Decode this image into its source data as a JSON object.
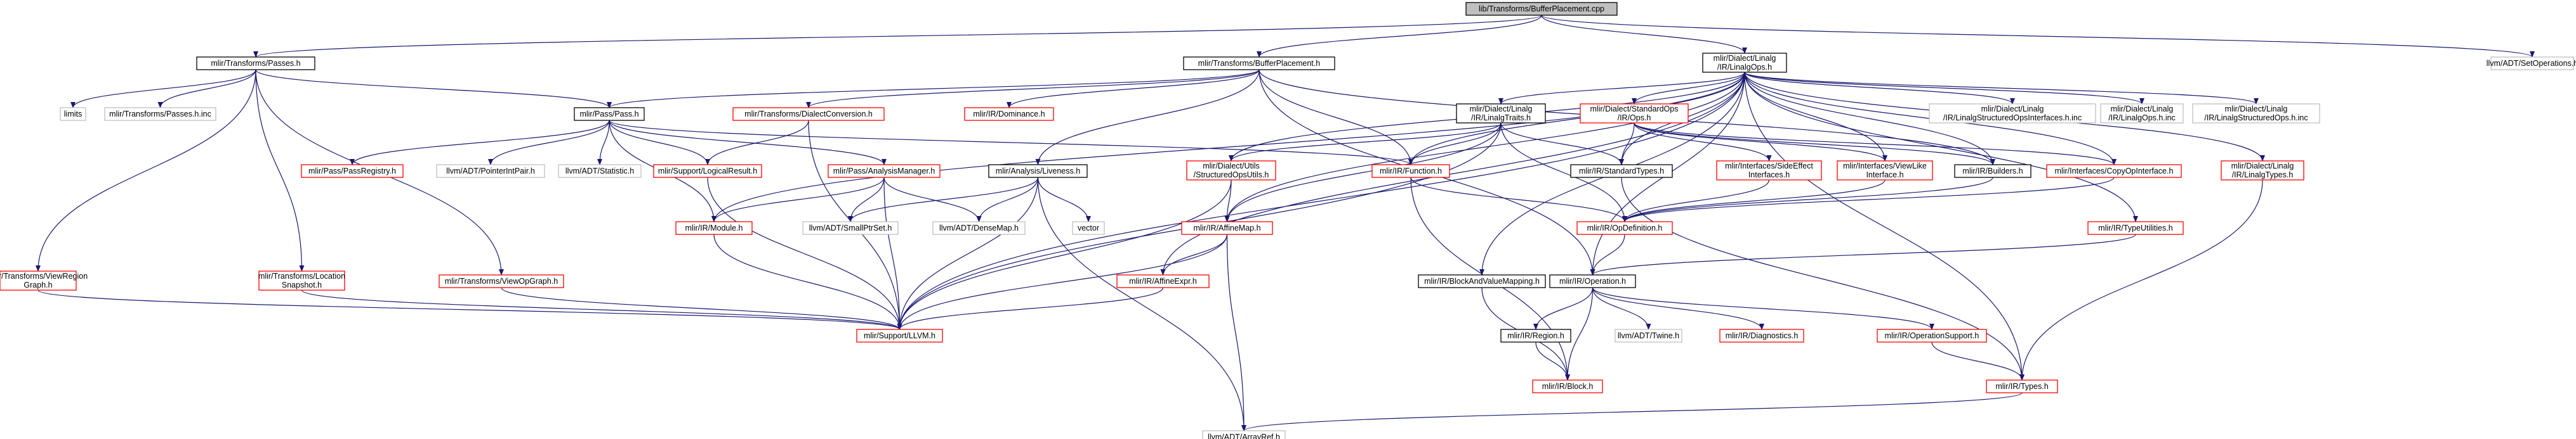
{
  "colors": {
    "root_fill": "#bfbfbf",
    "root_stroke": "#000000",
    "doc_stroke": "#000000",
    "link_stroke": "#ff0000",
    "ext_stroke": "#bfbfbf",
    "node_fill": "#ffffff",
    "edge_color": "#191970"
  },
  "nodes": [
    {
      "id": "n_root",
      "kind": "root",
      "lines": [
        "lib/Transforms/BufferPlacement.cpp"
      ]
    },
    {
      "id": "n_passes",
      "kind": "doc",
      "lines": [
        "mlir/Transforms/Passes.h"
      ]
    },
    {
      "id": "n_bp",
      "kind": "doc",
      "lines": [
        "mlir/Transforms/BufferPlacement.h"
      ]
    },
    {
      "id": "n_linalgops",
      "kind": "doc",
      "lines": [
        "mlir/Dialect/Linalg",
        "/IR/LinalgOps.h"
      ]
    },
    {
      "id": "n_setops",
      "kind": "ext",
      "lines": [
        "llvm/ADT/SetOperations.h"
      ]
    },
    {
      "id": "n_limits",
      "kind": "ext",
      "lines": [
        "limits"
      ]
    },
    {
      "id": "n_passesinc",
      "kind": "ext",
      "lines": [
        "mlir/Transforms/Passes.h.inc"
      ]
    },
    {
      "id": "n_pass",
      "kind": "doc",
      "lines": [
        "mlir/Pass/Pass.h"
      ]
    },
    {
      "id": "n_dialconv",
      "kind": "link",
      "lines": [
        "mlir/Transforms/DialectConversion.h"
      ]
    },
    {
      "id": "n_dominance",
      "kind": "link",
      "lines": [
        "mlir/IR/Dominance.h"
      ]
    },
    {
      "id": "n_lintraits",
      "kind": "doc",
      "lines": [
        "mlir/Dialect/Linalg",
        "/IR/LinalgTraits.h"
      ]
    },
    {
      "id": "n_stdops",
      "kind": "link",
      "lines": [
        "mlir/Dialect/StandardOps",
        "/IR/Ops.h"
      ]
    },
    {
      "id": "n_lsoi",
      "kind": "ext",
      "lines": [
        "mlir/Dialect/Linalg",
        "/IR/LinalgStructuredOpsInterfaces.h.inc"
      ]
    },
    {
      "id": "n_loinc",
      "kind": "ext",
      "lines": [
        "mlir/Dialect/Linalg",
        "/IR/LinalgOps.h.inc"
      ]
    },
    {
      "id": "n_lsoinc",
      "kind": "ext",
      "lines": [
        "mlir/Dialect/Linalg",
        "/IR/LinalgStructuredOps.h.inc"
      ]
    },
    {
      "id": "n_passreg",
      "kind": "link",
      "lines": [
        "mlir/Pass/PassRegistry.h"
      ]
    },
    {
      "id": "n_ptrint",
      "kind": "ext",
      "lines": [
        "llvm/ADT/PointerIntPair.h"
      ]
    },
    {
      "id": "n_statistic",
      "kind": "ext",
      "lines": [
        "llvm/ADT/Statistic.h"
      ]
    },
    {
      "id": "n_logres",
      "kind": "link",
      "lines": [
        "mlir/Support/LogicalResult.h"
      ]
    },
    {
      "id": "n_analmgr",
      "kind": "link",
      "lines": [
        "mlir/Pass/AnalysisManager.h"
      ]
    },
    {
      "id": "n_liveness",
      "kind": "doc",
      "lines": [
        "mlir/Analysis/Liveness.h"
      ]
    },
    {
      "id": "n_function",
      "kind": "link",
      "lines": [
        "mlir/IR/Function.h"
      ]
    },
    {
      "id": "n_stdtypes",
      "kind": "doc",
      "lines": [
        "mlir/IR/StandardTypes.h"
      ]
    },
    {
      "id": "n_sideeff",
      "kind": "link",
      "lines": [
        "mlir/Interfaces/SideEffect",
        "Interfaces.h"
      ]
    },
    {
      "id": "n_viewlike",
      "kind": "link",
      "lines": [
        "mlir/Interfaces/ViewLike",
        "Interface.h"
      ]
    },
    {
      "id": "n_builders",
      "kind": "doc",
      "lines": [
        "mlir/IR/Builders.h"
      ]
    },
    {
      "id": "n_copyop",
      "kind": "link",
      "lines": [
        "mlir/Interfaces/CopyOpInterface.h"
      ]
    },
    {
      "id": "n_lintypes",
      "kind": "link",
      "lines": [
        "mlir/Dialect/Linalg",
        "/IR/LinalgTypes.h"
      ]
    },
    {
      "id": "n_module",
      "kind": "link",
      "lines": [
        "mlir/IR/Module.h"
      ]
    },
    {
      "id": "n_smallptr",
      "kind": "ext",
      "lines": [
        "llvm/ADT/SmallPtrSet.h"
      ]
    },
    {
      "id": "n_densemap",
      "kind": "ext",
      "lines": [
        "llvm/ADT/DenseMap.h"
      ]
    },
    {
      "id": "n_vector",
      "kind": "ext",
      "lines": [
        "vector"
      ]
    },
    {
      "id": "n_sou",
      "kind": "link",
      "lines": [
        "mlir/Dialect/Utils",
        "/StructuredOpsUtils.h"
      ]
    },
    {
      "id": "n_opdef",
      "kind": "link",
      "lines": [
        "mlir/IR/OpDefinition.h"
      ]
    },
    {
      "id": "n_typeutil",
      "kind": "link",
      "lines": [
        "mlir/IR/TypeUtilities.h"
      ]
    },
    {
      "id": "n_viewregion",
      "kind": "link",
      "lines": [
        "mlir/Transforms/ViewRegion",
        "Graph.h"
      ]
    },
    {
      "id": "n_locsnap",
      "kind": "link",
      "lines": [
        "mlir/Transforms/Location",
        "Snapshot.h"
      ]
    },
    {
      "id": "n_viewop",
      "kind": "link",
      "lines": [
        "mlir/Transforms/ViewOpGraph.h"
      ]
    },
    {
      "id": "n_affinemap",
      "kind": "link",
      "lines": [
        "mlir/IR/AffineMap.h"
      ]
    },
    {
      "id": "n_blockvm",
      "kind": "doc",
      "lines": [
        "mlir/IR/BlockAndValueMapping.h"
      ]
    },
    {
      "id": "n_operation",
      "kind": "doc",
      "lines": [
        "mlir/IR/Operation.h"
      ]
    },
    {
      "id": "n_affineexpr",
      "kind": "link",
      "lines": [
        "mlir/IR/AffineExpr.h"
      ]
    },
    {
      "id": "n_llvm",
      "kind": "link",
      "lines": [
        "mlir/Support/LLVM.h"
      ]
    },
    {
      "id": "n_region",
      "kind": "doc",
      "lines": [
        "mlir/IR/Region.h"
      ]
    },
    {
      "id": "n_twine",
      "kind": "ext",
      "lines": [
        "llvm/ADT/Twine.h"
      ]
    },
    {
      "id": "n_diag",
      "kind": "link",
      "lines": [
        "mlir/IR/Diagnostics.h"
      ]
    },
    {
      "id": "n_opsupport",
      "kind": "link",
      "lines": [
        "mlir/IR/OperationSupport.h"
      ]
    },
    {
      "id": "n_block",
      "kind": "link",
      "lines": [
        "mlir/IR/Block.h"
      ]
    },
    {
      "id": "n_types",
      "kind": "link",
      "lines": [
        "mlir/IR/Types.h"
      ]
    },
    {
      "id": "n_arrayref",
      "kind": "ext",
      "lines": [
        "llvm/ADT/ArrayRef.h"
      ]
    }
  ],
  "edges": [
    [
      "n_root",
      "n_passes"
    ],
    [
      "n_root",
      "n_bp"
    ],
    [
      "n_root",
      "n_linalgops"
    ],
    [
      "n_root",
      "n_setops"
    ],
    [
      "n_passes",
      "n_limits"
    ],
    [
      "n_passes",
      "n_passesinc"
    ],
    [
      "n_passes",
      "n_pass"
    ],
    [
      "n_passes",
      "n_viewregion"
    ],
    [
      "n_passes",
      "n_locsnap"
    ],
    [
      "n_passes",
      "n_viewop"
    ],
    [
      "n_bp",
      "n_pass"
    ],
    [
      "n_bp",
      "n_dialconv"
    ],
    [
      "n_bp",
      "n_dominance"
    ],
    [
      "n_bp",
      "n_liveness"
    ],
    [
      "n_bp",
      "n_function"
    ],
    [
      "n_bp",
      "n_operation"
    ],
    [
      "n_bp",
      "n_builders"
    ],
    [
      "n_linalgops",
      "n_lintraits"
    ],
    [
      "n_linalgops",
      "n_stdops"
    ],
    [
      "n_linalgops",
      "n_lsoi"
    ],
    [
      "n_linalgops",
      "n_loinc"
    ],
    [
      "n_linalgops",
      "n_lsoinc"
    ],
    [
      "n_linalgops",
      "n_lintypes"
    ],
    [
      "n_linalgops",
      "n_function"
    ],
    [
      "n_linalgops",
      "n_builders"
    ],
    [
      "n_linalgops",
      "n_viewlike"
    ],
    [
      "n_linalgops",
      "n_copyop"
    ],
    [
      "n_linalgops",
      "n_sou"
    ],
    [
      "n_linalgops",
      "n_affinemap"
    ],
    [
      "n_linalgops",
      "n_typeutil"
    ],
    [
      "n_linalgops",
      "n_module"
    ],
    [
      "n_linalgops",
      "n_llvm"
    ],
    [
      "n_linalgops",
      "n_blockvm"
    ],
    [
      "n_linalgops",
      "n_affineexpr"
    ],
    [
      "n_linalgops",
      "n_stdtypes"
    ],
    [
      "n_linalgops",
      "n_types"
    ],
    [
      "n_linalgops",
      "n_operation"
    ],
    [
      "n_pass",
      "n_passreg"
    ],
    [
      "n_pass",
      "n_ptrint"
    ],
    [
      "n_pass",
      "n_statistic"
    ],
    [
      "n_pass",
      "n_logres"
    ],
    [
      "n_pass",
      "n_analmgr"
    ],
    [
      "n_pass",
      "n_function"
    ],
    [
      "n_pass",
      "n_module"
    ],
    [
      "n_dialconv",
      "n_logres"
    ],
    [
      "n_dialconv",
      "n_llvm"
    ],
    [
      "n_analmgr",
      "n_module"
    ],
    [
      "n_analmgr",
      "n_smallptr"
    ],
    [
      "n_analmgr",
      "n_densemap"
    ],
    [
      "n_analmgr",
      "n_llvm"
    ],
    [
      "n_liveness",
      "n_smallptr"
    ],
    [
      "n_liveness",
      "n_densemap"
    ],
    [
      "n_liveness",
      "n_vector"
    ],
    [
      "n_liveness",
      "n_llvm"
    ],
    [
      "n_liveness",
      "n_arrayref"
    ],
    [
      "n_lintraits",
      "n_stdtypes"
    ],
    [
      "n_lintraits",
      "n_function"
    ],
    [
      "n_lintraits",
      "n_sou"
    ],
    [
      "n_lintraits",
      "n_opdef"
    ],
    [
      "n_lintraits",
      "n_affinemap"
    ],
    [
      "n_lintraits",
      "n_llvm"
    ],
    [
      "n_stdops",
      "n_stdtypes"
    ],
    [
      "n_stdops",
      "n_sideeff"
    ],
    [
      "n_stdops",
      "n_viewlike"
    ],
    [
      "n_stdops",
      "n_builders"
    ],
    [
      "n_stdops",
      "n_copyop"
    ],
    [
      "n_function",
      "n_opdef"
    ],
    [
      "n_function",
      "n_block"
    ],
    [
      "n_stdtypes",
      "n_types"
    ],
    [
      "n_sideeff",
      "n_opdef"
    ],
    [
      "n_viewlike",
      "n_opdef"
    ],
    [
      "n_builders",
      "n_opdef"
    ],
    [
      "n_copyop",
      "n_opdef"
    ],
    [
      "n_lintypes",
      "n_types"
    ],
    [
      "n_sou",
      "n_affinemap"
    ],
    [
      "n_sou",
      "n_llvm"
    ],
    [
      "n_opdef",
      "n_operation"
    ],
    [
      "n_typeutil",
      "n_operation"
    ],
    [
      "n_module",
      "n_llvm"
    ],
    [
      "n_logres",
      "n_llvm"
    ],
    [
      "n_viewregion",
      "n_llvm"
    ],
    [
      "n_locsnap",
      "n_llvm"
    ],
    [
      "n_viewop",
      "n_llvm"
    ],
    [
      "n_affinemap",
      "n_affineexpr"
    ],
    [
      "n_affinemap",
      "n_llvm"
    ],
    [
      "n_affinemap",
      "n_arrayref"
    ],
    [
      "n_affineexpr",
      "n_llvm"
    ],
    [
      "n_blockvm",
      "n_block"
    ],
    [
      "n_operation",
      "n_region"
    ],
    [
      "n_operation",
      "n_twine"
    ],
    [
      "n_operation",
      "n_diag"
    ],
    [
      "n_operation",
      "n_opsupport"
    ],
    [
      "n_operation",
      "n_block"
    ],
    [
      "n_region",
      "n_block"
    ],
    [
      "n_opsupport",
      "n_types"
    ],
    [
      "n_types",
      "n_arrayref"
    ]
  ]
}
